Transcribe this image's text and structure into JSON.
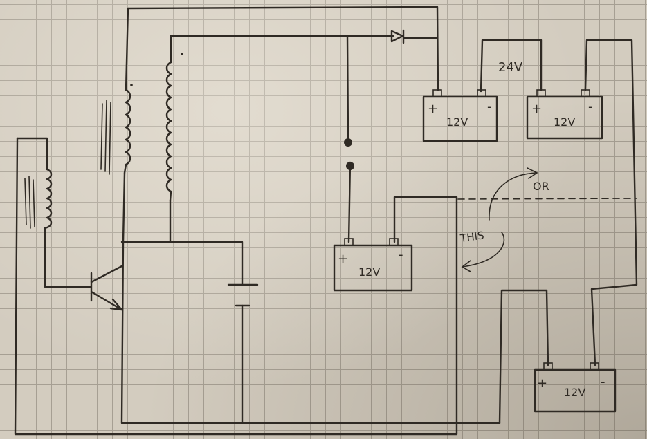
{
  "diagram": {
    "batteries": [
      {
        "id": "bat-top-left",
        "voltage": "12V",
        "plus": "+",
        "minus": "-"
      },
      {
        "id": "bat-top-right",
        "voltage": "12V",
        "plus": "+",
        "minus": "-"
      },
      {
        "id": "bat-middle",
        "voltage": "12V",
        "plus": "+",
        "minus": "-"
      },
      {
        "id": "bat-bottom",
        "voltage": "12V",
        "plus": "+",
        "minus": "-"
      }
    ],
    "labels": {
      "series_voltage": "24V",
      "option_this": "THIS",
      "option_or": "OR"
    }
  }
}
